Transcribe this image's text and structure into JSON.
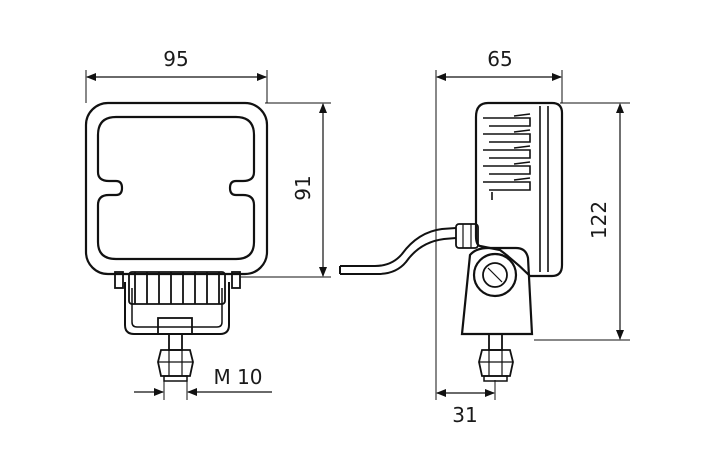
{
  "front_view": {
    "width_label": "95",
    "height_label": "91",
    "thread_label": "M 10"
  },
  "side_view": {
    "depth_label": "65",
    "total_height_label": "122",
    "offset_label": "31"
  }
}
